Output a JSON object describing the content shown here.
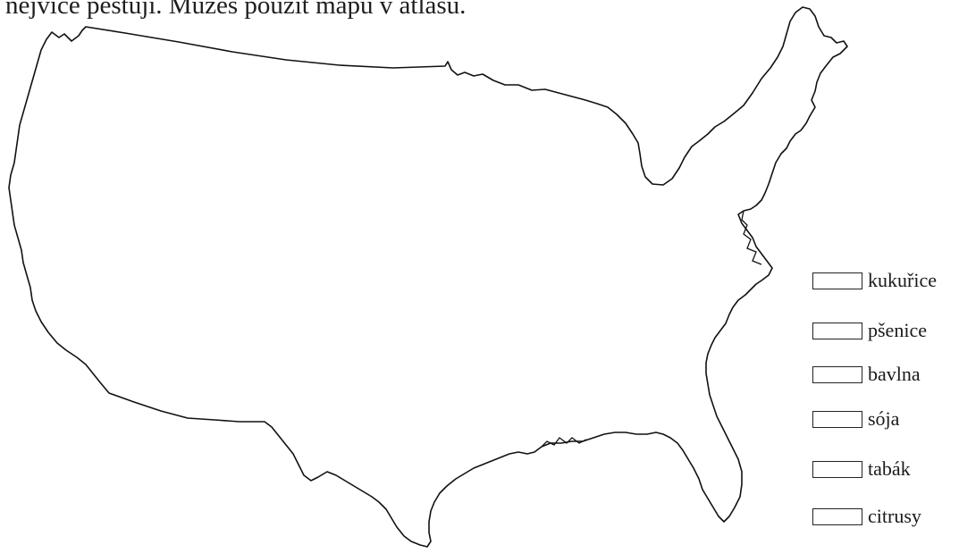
{
  "instruction": {
    "text": "nejvíce pěstují. Můžeš použít mapu v atlasu."
  },
  "map": {
    "outline_color": "#111111",
    "fill_color": "#ffffff"
  },
  "legend": {
    "items": [
      {
        "label": "kukuřice"
      },
      {
        "label": "pšenice"
      },
      {
        "label": "bavlna"
      },
      {
        "label": "sója"
      },
      {
        "label": "tabák"
      },
      {
        "label": "citrusy"
      }
    ]
  }
}
